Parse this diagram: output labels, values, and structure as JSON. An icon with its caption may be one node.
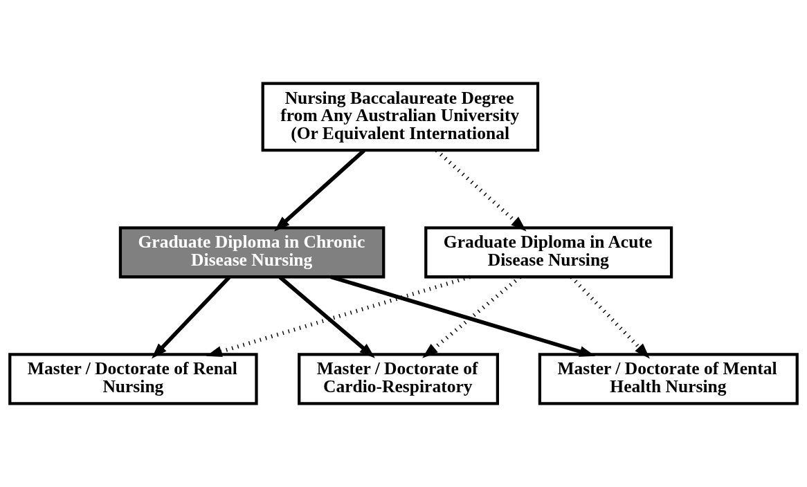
{
  "diagram": {
    "nodes": [
      {
        "text": [
          "Nursing Baccalaureate Degree from Any Australian University (Or Equivalent International"
        ]
      },
      {
        "text": [
          "Graduate Diploma in Chronic Disease Nursing"
        ]
      },
      {
        "text": [
          "Graduate Diploma in Acute Disease Nursing"
        ]
      },
      {
        "text": [
          "Master / Doctorate of Renal Nursing"
        ]
      },
      {
        "text": [
          "Master / Doctorate of Cardio-Respiratory"
        ]
      },
      {
        "text": [
          "Master / Doctorate of Mental Health Nursing"
        ]
      }
    ],
    "edges": [
      {
        "from": 0,
        "to": 1,
        "arrow": "to"
      },
      {
        "from": 0,
        "to": 2,
        "arrow": "to",
        "style": "dashed"
      },
      {
        "from": 1,
        "to": 3,
        "arrow": "to"
      },
      {
        "from": 1,
        "to": 4,
        "arrow": "to"
      },
      {
        "from": 1,
        "to": 5,
        "arrow": "to"
      },
      {
        "from": 2,
        "to": 3,
        "arrow": "to",
        "style": "dashed"
      },
      {
        "from": 2,
        "to": 4,
        "arrow": "to",
        "style": "dashed"
      },
      {
        "from": 2,
        "to": 5,
        "arrow": "to",
        "style": "dashed"
      }
    ]
  }
}
